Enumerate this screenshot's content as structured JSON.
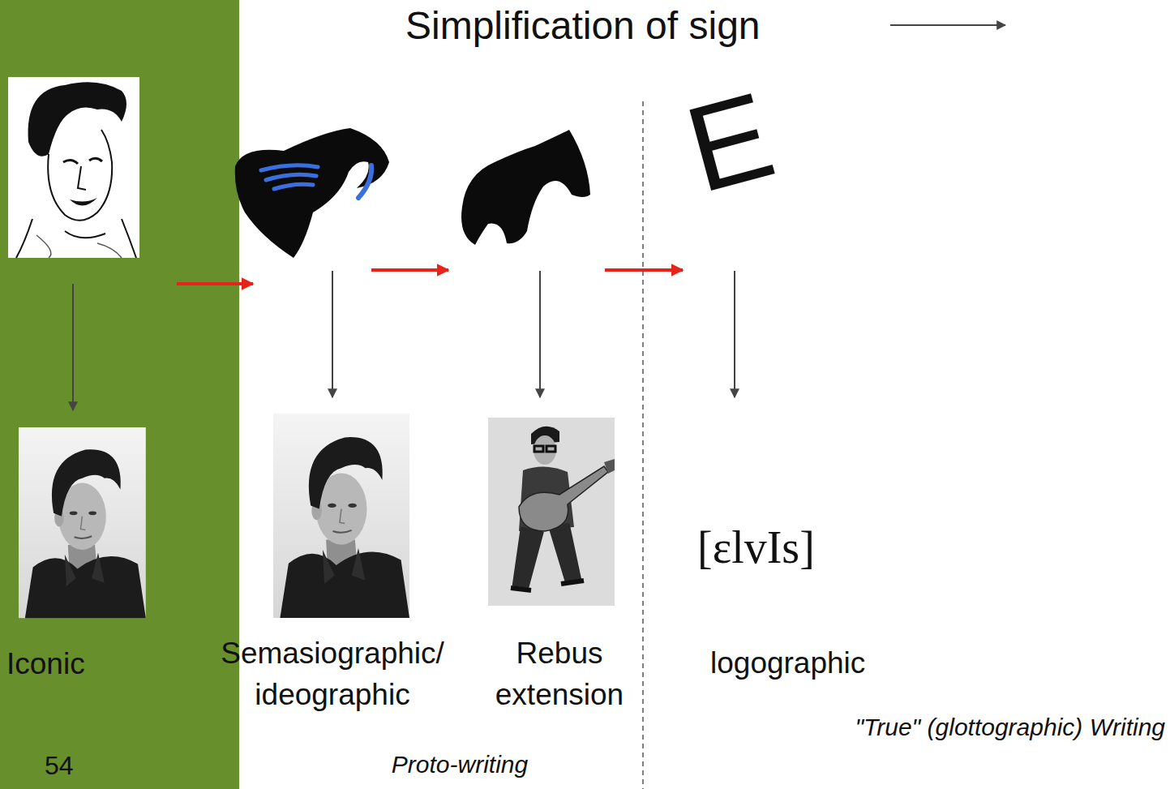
{
  "diagram": {
    "title": "Simplification of sign",
    "nodes": [
      {
        "text": [
          "Iconic",
          "54"
        ]
      }
    ],
    "labels": [
      "E",
      "Semasiographic/ ideographic",
      "Rebus extension",
      "[ɛlvIs]",
      "logographic",
      "\"True\" (glottographic) Writing",
      "Proto-writing"
    ]
  }
}
